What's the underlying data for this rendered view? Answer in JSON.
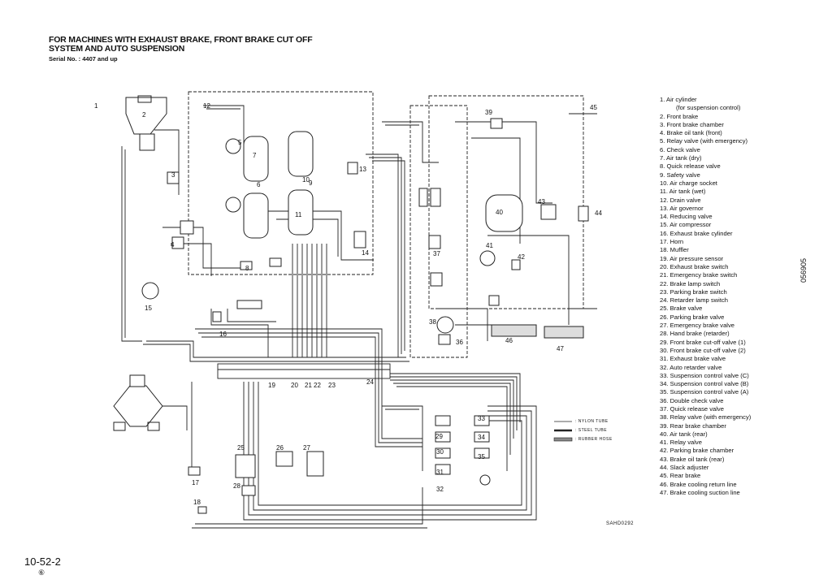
{
  "header": {
    "title_line1": "FOR MACHINES WITH EXHAUST BRAKE, FRONT BRAKE CUT OFF",
    "title_line2": "SYSTEM AND AUTO SUSPENSION",
    "serial": "Serial No. : 4407 and up"
  },
  "legend": [
    {
      "text": "1. Air cylinder",
      "sub": "(for suspension control)"
    },
    {
      "text": "2. Front brake"
    },
    {
      "text": "3. Front brake chamber"
    },
    {
      "text": "4. Brake oil tank (front)"
    },
    {
      "text": "5. Relay valve (with emergency)"
    },
    {
      "text": "6. Check valve"
    },
    {
      "text": "7. Air tank (dry)"
    },
    {
      "text": "8. Quick release valve"
    },
    {
      "text": "9. Safety valve"
    },
    {
      "text": "10. Air charge socket"
    },
    {
      "text": "11. Air tank (wet)"
    },
    {
      "text": "12. Drain valve"
    },
    {
      "text": "13. Air governor"
    },
    {
      "text": "14. Reducing valve"
    },
    {
      "text": "15. Air compressor"
    },
    {
      "text": "16. Exhaust brake cylinder"
    },
    {
      "text": "17. Horn"
    },
    {
      "text": "18. Muffler"
    },
    {
      "text": "19. Air pressure sensor"
    },
    {
      "text": "20. Exhaust brake switch"
    },
    {
      "text": "21. Emergency brake switch"
    },
    {
      "text": "22. Brake lamp switch"
    },
    {
      "text": "23. Parking brake switch"
    },
    {
      "text": "24. Retarder lamp switch"
    },
    {
      "text": "25. Brake valve"
    },
    {
      "text": "26. Parking brake valve"
    },
    {
      "text": "27. Emergency brake valve"
    },
    {
      "text": "28. Hand brake (retarder)"
    },
    {
      "text": "29. Front brake cut-off valve (1)"
    },
    {
      "text": "30. Front brake cut-off valve (2)"
    },
    {
      "text": "31. Exhaust brake valve"
    },
    {
      "text": "32. Auto retarder valve"
    },
    {
      "text": "33. Suspension control valve (C)"
    },
    {
      "text": "34. Suspension control valve (B)"
    },
    {
      "text": "35. Suspension control valve (A)"
    },
    {
      "text": "36. Double check valve"
    },
    {
      "text": "37. Quick release valve"
    },
    {
      "text": "38. Relay valve (with emergency)"
    },
    {
      "text": "39. Rear brake chamber"
    },
    {
      "text": "40. Air tank (rear)"
    },
    {
      "text": "41. Relay valve"
    },
    {
      "text": "42. Parking brake chamber"
    },
    {
      "text": "43. Brake oil tank (rear)"
    },
    {
      "text": "44. Slack adjuster"
    },
    {
      "text": "45. Rear brake"
    },
    {
      "text": "46. Brake cooling return line"
    },
    {
      "text": "47. Brake cooling suction line"
    }
  ],
  "tube_legend": {
    "nylon": ": NYLON TUBE",
    "steel": ": STEEL TUBE",
    "rubber": ": RUBBER HOSE"
  },
  "callouts": [
    "1",
    "2",
    "3",
    "4",
    "5",
    "6",
    "7",
    "8",
    "9",
    "10",
    "11",
    "12",
    "13",
    "14",
    "15",
    "16",
    "17",
    "18",
    "19",
    "20",
    "21",
    "22",
    "23",
    "24",
    "25",
    "26",
    "27",
    "28",
    "29",
    "30",
    "31",
    "32",
    "33",
    "34",
    "35",
    "36",
    "37",
    "38",
    "39",
    "40",
    "41",
    "42",
    "43",
    "44",
    "45",
    "46",
    "47"
  ],
  "drawing_ref": "SAHD0292",
  "page_number": "10-52-2",
  "page_sub": "⑥",
  "figure_code": "056905"
}
